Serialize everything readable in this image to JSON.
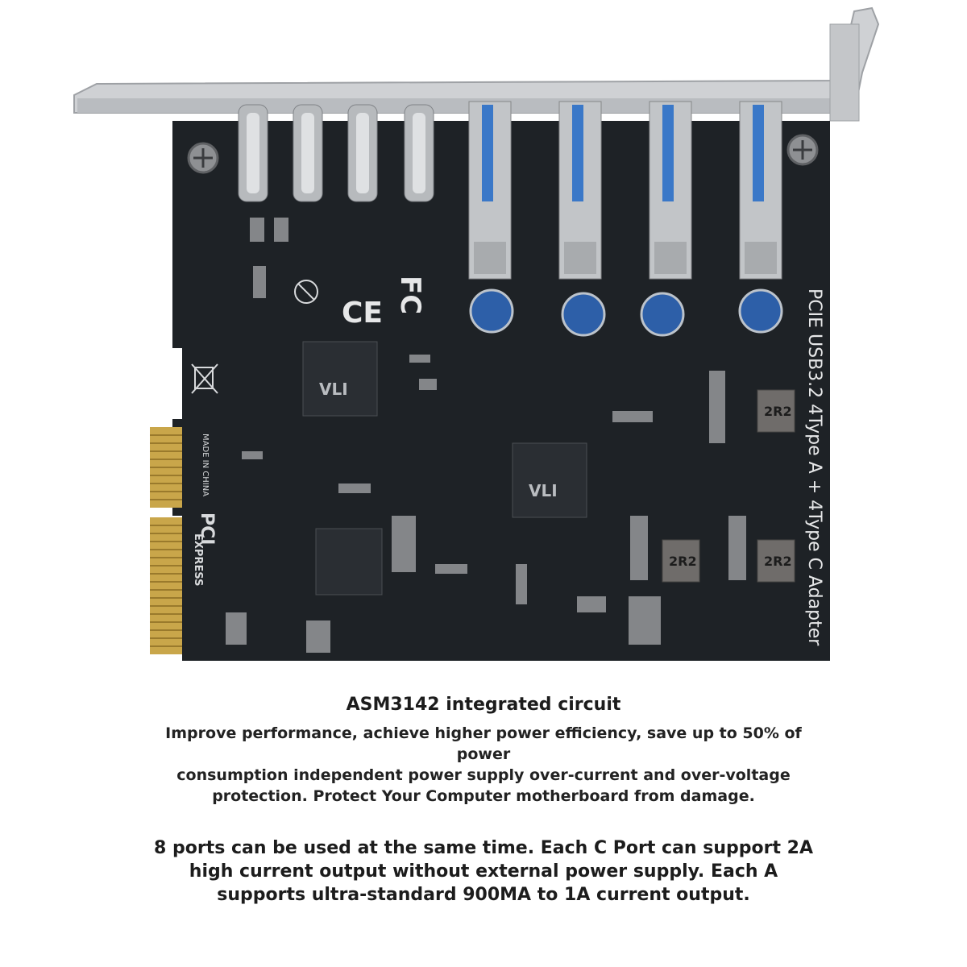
{
  "product": {
    "board_text": "PCIE USB3.2 4Type A + 4Type C Adapter",
    "chip_marks": [
      "VLI",
      "VLI"
    ],
    "inductor_marks": [
      "2R2",
      "2R2",
      "2R2"
    ],
    "cert_marks": [
      "CE",
      "FC"
    ],
    "made_in": "MADE IN CHINA",
    "pci_logo_top": "PCI",
    "pci_logo_bottom": "EXPRESS",
    "colors": {
      "pcb": "#1e2226",
      "bracket": "#c9cbce",
      "usb_a_insert": "#3a78c8",
      "gold_fingers": "#c9a64a",
      "capacitor": "#2d5fa8"
    }
  },
  "caption1": {
    "title": "ASM3142 integrated circuit",
    "lines": [
      "Improve performance, achieve higher power efficiency, save up to 50% of power",
      "consumption independent power supply over-current and over-voltage",
      "protection. Protect Your Computer motherboard from damage."
    ]
  },
  "caption2": {
    "lines": [
      "8 ports can be used at the same time. Each C Port can support 2A",
      "high current output without external power supply. Each A",
      "supports ultra-standard 900MA to 1A current output."
    ]
  }
}
